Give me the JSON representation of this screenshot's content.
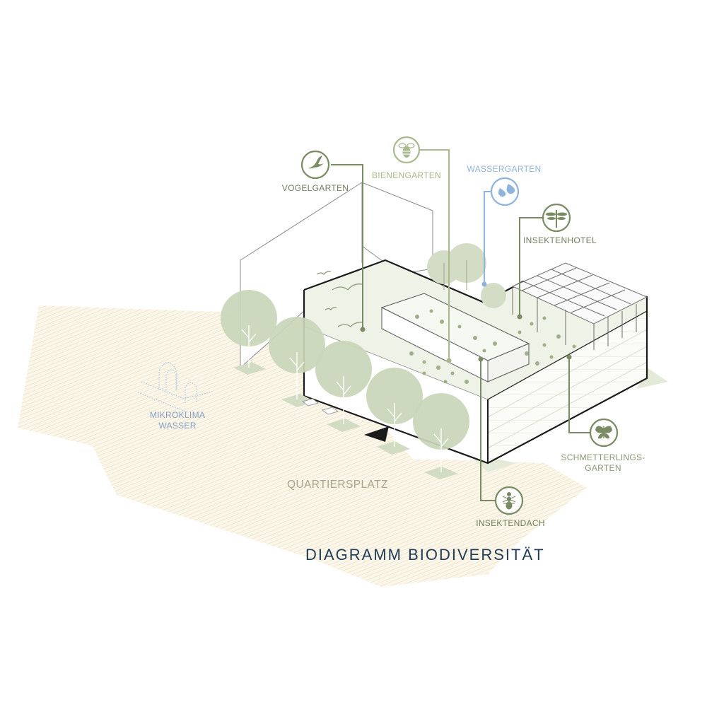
{
  "title": "DIAGRAMM BIODIVERSITÄT",
  "square_label": "QUARTIERSPLATZ",
  "mikroklima": {
    "line1": "MIKROKLIMA",
    "line2": "WASSER"
  },
  "callouts": {
    "vogelgarten": {
      "label": "VOGELGARTEN",
      "icon": "bird-icon"
    },
    "bienengarten": {
      "label": "BIENENGARTEN",
      "icon": "bee-icon"
    },
    "wassergarten": {
      "label": "WASSERGARTEN",
      "icon": "water-drop-icon"
    },
    "insektenhotel": {
      "label": "INSEKTENHOTEL",
      "icon": "dragonfly-icon"
    },
    "schmetterlingsgarten": {
      "line1": "SCHMETTERLINGS-",
      "line2": "GARTEN",
      "icon": "butterfly-icon"
    },
    "insektendach": {
      "label": "INSEKTENDACH",
      "icon": "ant-icon"
    }
  },
  "colors": {
    "olive_line": "#7a8a63",
    "light_olive": "#a9b88d",
    "water_blue": "#8fb4dc",
    "tree_fill": "#c9d6b9",
    "roof_fill": "#e9efe1",
    "ground_hatch": "#eee3c6",
    "title_navy": "#1f3b58"
  }
}
